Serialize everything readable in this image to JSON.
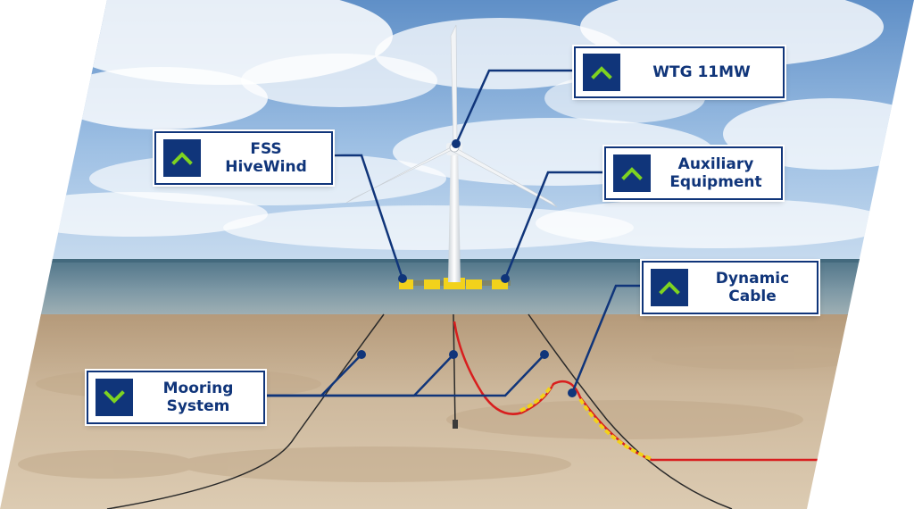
{
  "colors": {
    "navy": "#10357a",
    "accent_green": "#7ed321",
    "cable_red": "#d81e1e",
    "float_yellow": "#f2d21b"
  },
  "callouts": {
    "wtg": {
      "line1": "WTG 11MW",
      "line2": "",
      "icon": "chevron-up-icon"
    },
    "fss": {
      "line1": "FSS",
      "line2": "HiveWind",
      "icon": "chevron-up-icon"
    },
    "aux": {
      "line1": "Auxiliary",
      "line2": "Equipment",
      "icon": "chevron-up-icon"
    },
    "dyn": {
      "line1": "Dynamic",
      "line2": "Cable",
      "icon": "chevron-up-icon"
    },
    "moor": {
      "line1": "Mooring",
      "line2": "System",
      "icon": "chevron-down-icon"
    }
  }
}
